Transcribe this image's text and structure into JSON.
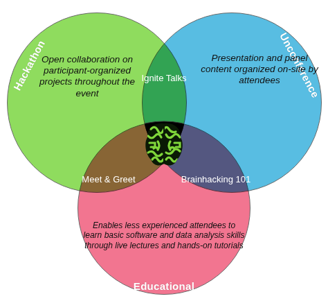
{
  "diagram": {
    "nodes": [
      {
        "text": [
          "Hackathon",
          "Open collaboration on participant-organized projects throughout the event"
        ]
      },
      {
        "text": [
          "Unconference",
          "Presentation and panel content organized on-site by attendees"
        ]
      },
      {
        "text": [
          "Educational",
          "Enables less experienced attendees to learn basic software and data analysis skills through live lectures and hands-on tutorials"
        ]
      }
    ],
    "labels": [
      "Ignite Talks",
      "Meet & Greet",
      "Brainhacking 101"
    ]
  }
}
